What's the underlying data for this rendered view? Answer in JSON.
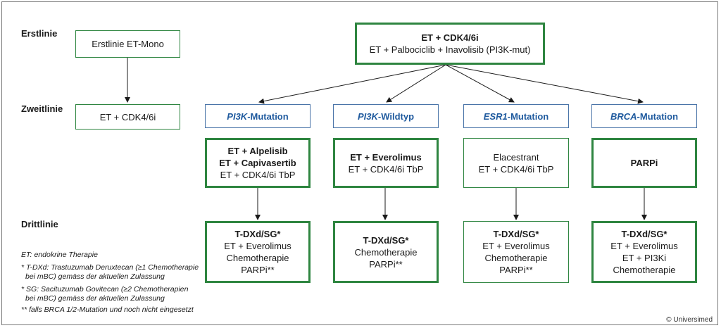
{
  "rows": {
    "first": "Erstlinie",
    "second": "Zweitlinie",
    "third": "Drittlinie"
  },
  "left_column": {
    "first": "Erstlinie ET-Mono",
    "second": "ET + CDK4/6i"
  },
  "top_box": {
    "line1": "ET + CDK4/6i",
    "line2": "ET + Palbociclib + Inavolisib (PI3K-mut)"
  },
  "categories": [
    {
      "italic": "PI3K",
      "suffix": "-Mutation"
    },
    {
      "italic": "PI3K",
      "suffix": "-Wildtyp"
    },
    {
      "italic": "ESR1",
      "suffix": "-Mutation"
    },
    {
      "italic": "BRCA",
      "suffix": "-Mutation"
    }
  ],
  "second_line": [
    {
      "bold": [
        "ET + Alpelisib",
        "ET + Capivasertib"
      ],
      "normal": [
        "ET + CDK4/6i TbP"
      ]
    },
    {
      "bold": [
        "ET + Everolimus"
      ],
      "normal": [
        "ET + CDK4/6i TbP"
      ]
    },
    {
      "bold": [],
      "normal": [
        "Elacestrant",
        "ET + CDK4/6i TbP"
      ]
    },
    {
      "bold": [
        "PARPi"
      ],
      "normal": []
    }
  ],
  "third_line": [
    {
      "bold": "T-DXd/SG*",
      "normal": [
        "ET + Everolimus",
        "Chemotherapie",
        "PARPi**"
      ]
    },
    {
      "bold": "T-DXd/SG*",
      "normal": [
        "Chemotherapie",
        "PARPi**"
      ]
    },
    {
      "bold": "T-DXd/SG*",
      "normal": [
        "ET + Everolimus",
        "Chemotherapie",
        "PARPi**"
      ]
    },
    {
      "bold": "T-DXd/SG*",
      "normal": [
        "ET + Everolimus",
        "ET + PI3Ki",
        "Chemotherapie"
      ]
    }
  ],
  "notes": {
    "n1": "ET: endokrine Therapie",
    "n2a": "* T-DXd: Trastuzumab Deruxtecan (≥1 Chemotherapie",
    "n2b": "bei mBC) gemäss der aktuellen Zulassung",
    "n3a": "* SG: Sacituzumab Govitecan (≥2 Chemotherapien",
    "n3b": "bei mBC) gemäss der aktuellen Zulassung",
    "n4": "** falls BRCA 1/2-Mutation und noch nicht eingesetzt"
  },
  "copyright": "© Universimed",
  "colors": {
    "green": "#2e8540",
    "blue": "#1f5a9e",
    "border_blue": "#4a74a8"
  }
}
